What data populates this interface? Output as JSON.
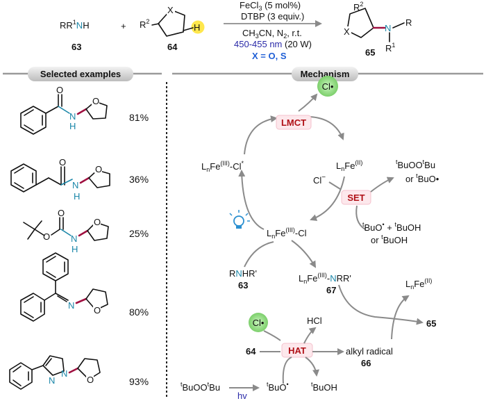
{
  "reaction": {
    "reactant1": {
      "pre": "RR",
      "sup": "1",
      "atom": "N",
      "post": "H",
      "label": "63"
    },
    "plus": "+",
    "reactant2": {
      "r": "R",
      "sup": "2",
      "x": "X",
      "h": "H",
      "label": "64"
    },
    "conditions": [
      {
        "pre": "FeCl",
        "sub": "3",
        "post": " (5 mol%)"
      },
      {
        "pre": "DTBP (3 equiv.)"
      },
      {
        "pre": "CH",
        "sub": "3",
        "mid": "CN, N",
        "sub2": "2",
        "post": ", r.t."
      }
    ],
    "light": {
      "value": "450-455 nm",
      "extra": " (20 W)"
    },
    "x_def": "X = O, S",
    "product": {
      "r2": "R",
      "r2sup": "2",
      "x": "X",
      "n": "N",
      "r": "R",
      "r1": "R",
      "r1sup": "1",
      "label": "65"
    }
  },
  "sections": {
    "left": "Selected examples",
    "right": "Mechanism"
  },
  "examples": [
    {
      "yield": "81%",
      "n_label": "N",
      "h_label": "H",
      "o_label": "O",
      "ring_o": "O"
    },
    {
      "yield": "36%",
      "n_label": "N",
      "h_label": "H",
      "o_label": "O",
      "ring_o": "O"
    },
    {
      "yield": "25%",
      "n_label": "N",
      "h_label": "H",
      "o_label": "O",
      "ring_o": "O",
      "o2_label": "O"
    },
    {
      "yield": "80%",
      "n_label": "N",
      "ring_o": "O"
    },
    {
      "yield": "93%",
      "n_label": "N",
      "n2_label": "N",
      "ring_o": "O"
    }
  ],
  "mechanism": {
    "cl_radical": "Cl•",
    "lmct": "LMCT",
    "set": "SET",
    "hat": "HAT",
    "fe_cl_star": {
      "pre": "L",
      "sub": "n",
      "fe": "Fe",
      "ox": "(III)",
      "post": "-Cl",
      "star": "*"
    },
    "fe_ii": {
      "pre": "L",
      "sub": "n",
      "fe": "Fe",
      "ox": "(II)"
    },
    "fe_cl": {
      "pre": "L",
      "sub": "n",
      "fe": "Fe",
      "ox": "(III)",
      "post": "-Cl"
    },
    "chloride": {
      "text": "Cl",
      "sup": "−"
    },
    "tbuoo": {
      "t1": "t",
      "mid": "BuOO",
      "t2": "t",
      "end": "Bu"
    },
    "or_tbuo": {
      "pre": "or ",
      "t": "t",
      "end": "BuO•"
    },
    "tbuo_plus": {
      "t1": "t",
      "a": "BuO",
      "dot": "•",
      "plus": " + ",
      "t2": "t",
      "b": "BuOH"
    },
    "or_tbuoh": {
      "pre": "or ",
      "t": "t",
      "end": "BuOH"
    },
    "rnhr": {
      "r": "R",
      "n": "N",
      "rest": "HR'",
      "label": "63"
    },
    "fe_nrr": {
      "pre": "L",
      "sub": "n",
      "fe": "Fe",
      "ox": "(III)",
      "dash": "-",
      "n": "N",
      "rest": "RR'",
      "label": "67"
    },
    "fe_ii_2": {
      "pre": "L",
      "sub": "n",
      "fe": "Fe",
      "ox": "(II)"
    },
    "product_label": "65",
    "hcl": "HCl",
    "substrate_label": "64",
    "alkyl_radical": "alkyl radical",
    "alkyl_label": "66",
    "bottom_tbuoo": {
      "t1": "t",
      "mid": "BuOO",
      "t2": "t",
      "end": "Bu"
    },
    "hv": "hv",
    "bottom_tbuo": {
      "t": "t",
      "a": "BuO",
      "dot": "•"
    },
    "bottom_tbuoh": {
      "t": "t",
      "a": "BuOH"
    }
  },
  "colors": {
    "nitrogen": "#1a86a8",
    "bond_highlight": "#a01040",
    "label_box": "#fde8ec",
    "label_text": "#b01016",
    "cl_circle": "#9de08e",
    "h_highlight": "#ffe74d",
    "section_pill": "#d2d2d2"
  }
}
